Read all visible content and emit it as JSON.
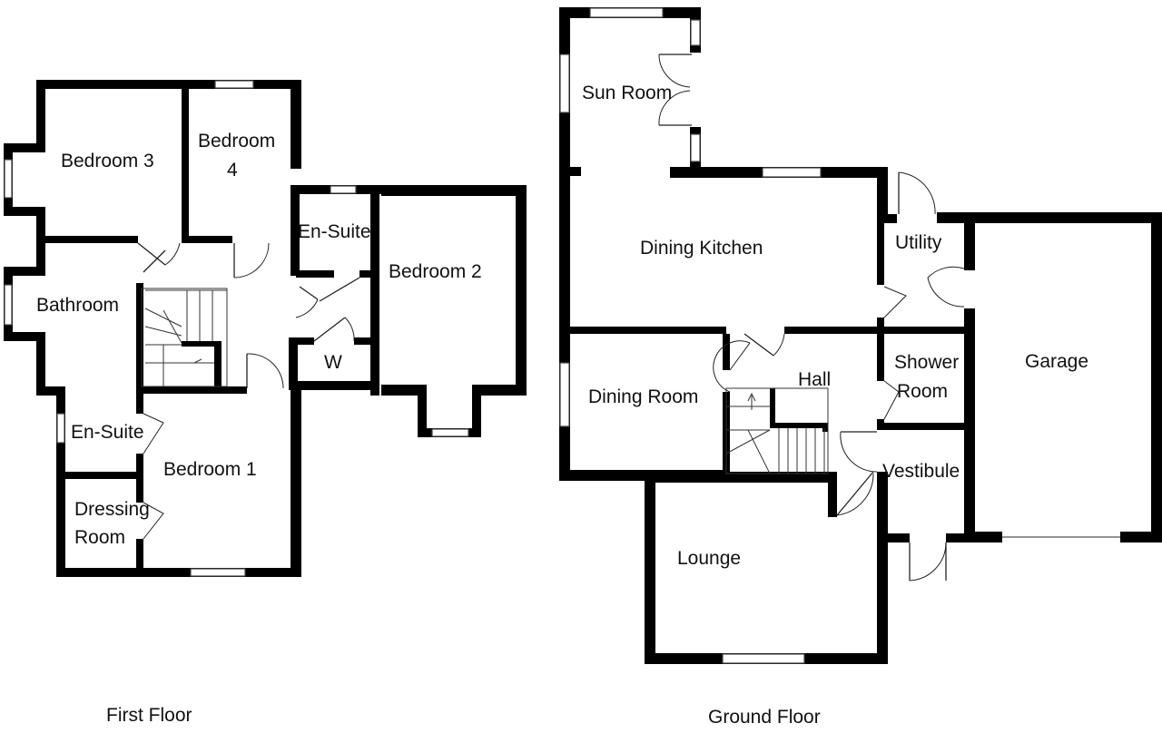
{
  "first_floor": {
    "caption": "First Floor",
    "rooms": {
      "bedroom3": "Bedroom 3",
      "bedroom4_line1": "Bedroom",
      "bedroom4_line2": "4",
      "ensuite_upper": "En-Suite",
      "bedroom2": "Bedroom 2",
      "bathroom": "Bathroom",
      "wc": "W",
      "ensuite_lower": "En-Suite",
      "bedroom1": "Bedroom 1",
      "dressing_line1": "Dressing",
      "dressing_line2": "Room"
    }
  },
  "ground_floor": {
    "caption": "Ground Floor",
    "rooms": {
      "sun_room": "Sun Room",
      "dining_kitchen": "Dining Kitchen",
      "utility": "Utility",
      "garage": "Garage",
      "dining_room": "Dining Room",
      "hall": "Hall",
      "shower_line1": "Shower",
      "shower_line2": "Room",
      "vestibule": "Vestibule",
      "lounge": "Lounge"
    }
  }
}
